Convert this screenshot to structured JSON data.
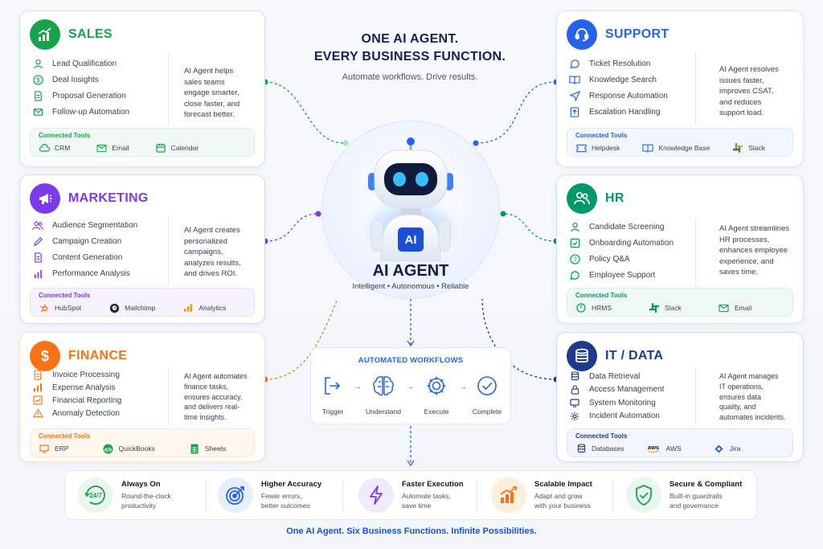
{
  "header": {
    "line1": "ONE AI AGENT.",
    "line2": "EVERY BUSINESS FUNCTION.",
    "subtitle": "Automate workflows. Drive results."
  },
  "agent": {
    "badge": "AI",
    "title": "AI AGENT",
    "tagline": "Intelligent • Autonomous • Reliable"
  },
  "connected_tools_label": "Connected Tools",
  "sales": {
    "title": "SALES",
    "color": "#16a34a",
    "items": [
      "Lead Qualification",
      "Deal Insights",
      "Proposal Generation",
      "Follow-up Automation"
    ],
    "desc": [
      "AI Agent helps",
      "sales teams",
      "engage smarter,",
      "close faster, and",
      "forecast better."
    ],
    "tools": [
      "CRM",
      "Email",
      "Calendar"
    ]
  },
  "marketing": {
    "title": "MARKETING",
    "color": "#7c3aed",
    "items": [
      "Audience Segmentation",
      "Campaign Creation",
      "Content Generation",
      "Performance Analysis"
    ],
    "desc": [
      "AI Agent creates",
      "personalized",
      "campaigns,",
      "analyzes results,",
      "and drives ROI."
    ],
    "tools": [
      "HubSpot",
      "Mailchimp",
      "Analytics"
    ]
  },
  "finance": {
    "title": "FINANCE",
    "color": "#f97316",
    "items": [
      "Invoice Processing",
      "Expense Analysis",
      "Financial Reporting",
      "Anomaly Detection"
    ],
    "desc": [
      "AI Agent automates",
      "finance tasks,",
      "ensures accuracy,",
      "and delivers real-",
      "time insights."
    ],
    "tools": [
      "ERP",
      "QuickBooks",
      "Sheets"
    ]
  },
  "support": {
    "title": "SUPPORT",
    "color": "#2563eb",
    "items": [
      "Ticket Resolution",
      "Knowledge Search",
      "Response Automation",
      "Escalation Handling"
    ],
    "desc": [
      "AI Agent resolves",
      "issues faster,",
      "improves CSAT,",
      "and reduces",
      "support load."
    ],
    "tools": [
      "Helpdesk",
      "Knowledge Base",
      "Slack"
    ]
  },
  "hr": {
    "title": "HR",
    "color": "#059669",
    "items": [
      "Candidate Screening",
      "Onboarding Automation",
      "Policy Q&A",
      "Employee Support"
    ],
    "desc": [
      "AI Agent streamlines",
      "HR processes,",
      "enhances employee",
      "experience, and",
      "saves time."
    ],
    "tools": [
      "HRMS",
      "Slack",
      "Email"
    ]
  },
  "itdata": {
    "title": "IT / DATA",
    "color": "#1e3a8a",
    "items": [
      "Data Retrieval",
      "Access Management",
      "System Monitoring",
      "Incident Automation"
    ],
    "desc": [
      "AI Agent manages",
      "IT operations,",
      "ensures data",
      "quality, and",
      "automates incidents."
    ],
    "tools": [
      "Databases",
      "AWS",
      "Jira"
    ]
  },
  "workflow": {
    "title": "AUTOMATED WORKFLOWS",
    "steps": [
      "Trigger",
      "Understand",
      "Execute",
      "Complete"
    ]
  },
  "benefits": [
    {
      "icon_text": "24/7",
      "title": "Always On",
      "sub": [
        "Round-the-clock",
        "productivity"
      ],
      "color": "#16a34a"
    },
    {
      "title": "Higher Accuracy",
      "sub": [
        "Fewer errors,",
        "better outcomes"
      ],
      "color": "#2563eb"
    },
    {
      "title": "Faster Execution",
      "sub": [
        "Automate tasks,",
        "save time"
      ],
      "color": "#7c3aed"
    },
    {
      "title": "Scalable Impact",
      "sub": [
        "Adapt and grow",
        "with your business"
      ],
      "color": "#f97316"
    },
    {
      "title": "Secure & Compliant",
      "sub": [
        "Built-in guardrails",
        "and governance"
      ],
      "color": "#16a34a"
    }
  ],
  "footer": "One AI Agent. Six Business Functions. Infinite Possibilities."
}
